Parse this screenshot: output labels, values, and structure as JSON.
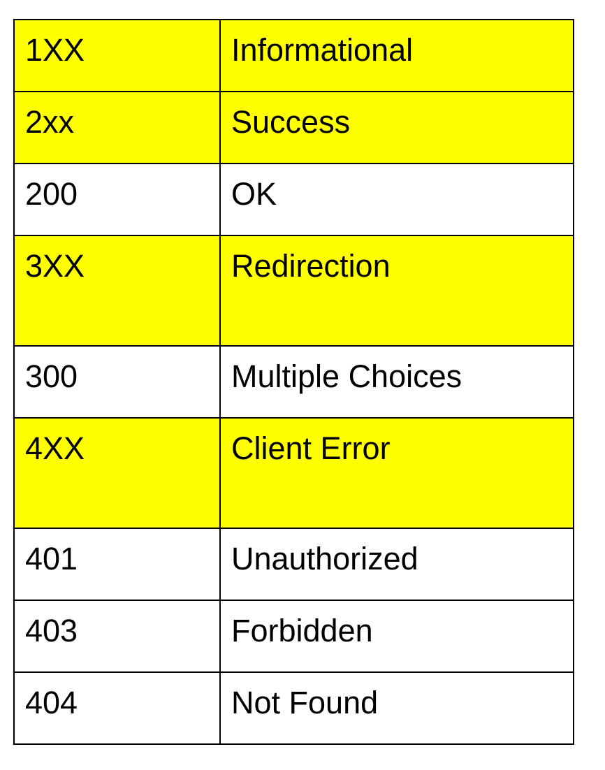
{
  "colors": {
    "highlight": "#ffff00",
    "plain": "#ffffff",
    "border": "#000000",
    "text": "#000000"
  },
  "rows": [
    {
      "code": "1XX",
      "description": "Informational",
      "highlighted": true,
      "tall": false
    },
    {
      "code": "2xx",
      "description": "Success",
      "highlighted": true,
      "tall": false
    },
    {
      "code": "200",
      "description": "OK",
      "highlighted": false,
      "tall": false
    },
    {
      "code": "3XX",
      "description": "Redirection",
      "highlighted": true,
      "tall": true
    },
    {
      "code": "300",
      "description": "Multiple Choices",
      "highlighted": false,
      "tall": false
    },
    {
      "code": "4XX",
      "description": "Client Error",
      "highlighted": true,
      "tall": true
    },
    {
      "code": "401",
      "description": "Unauthorized",
      "highlighted": false,
      "tall": false
    },
    {
      "code": "403",
      "description": "Forbidden",
      "highlighted": false,
      "tall": false
    },
    {
      "code": "404",
      "description": "Not Found",
      "highlighted": false,
      "tall": false
    }
  ]
}
